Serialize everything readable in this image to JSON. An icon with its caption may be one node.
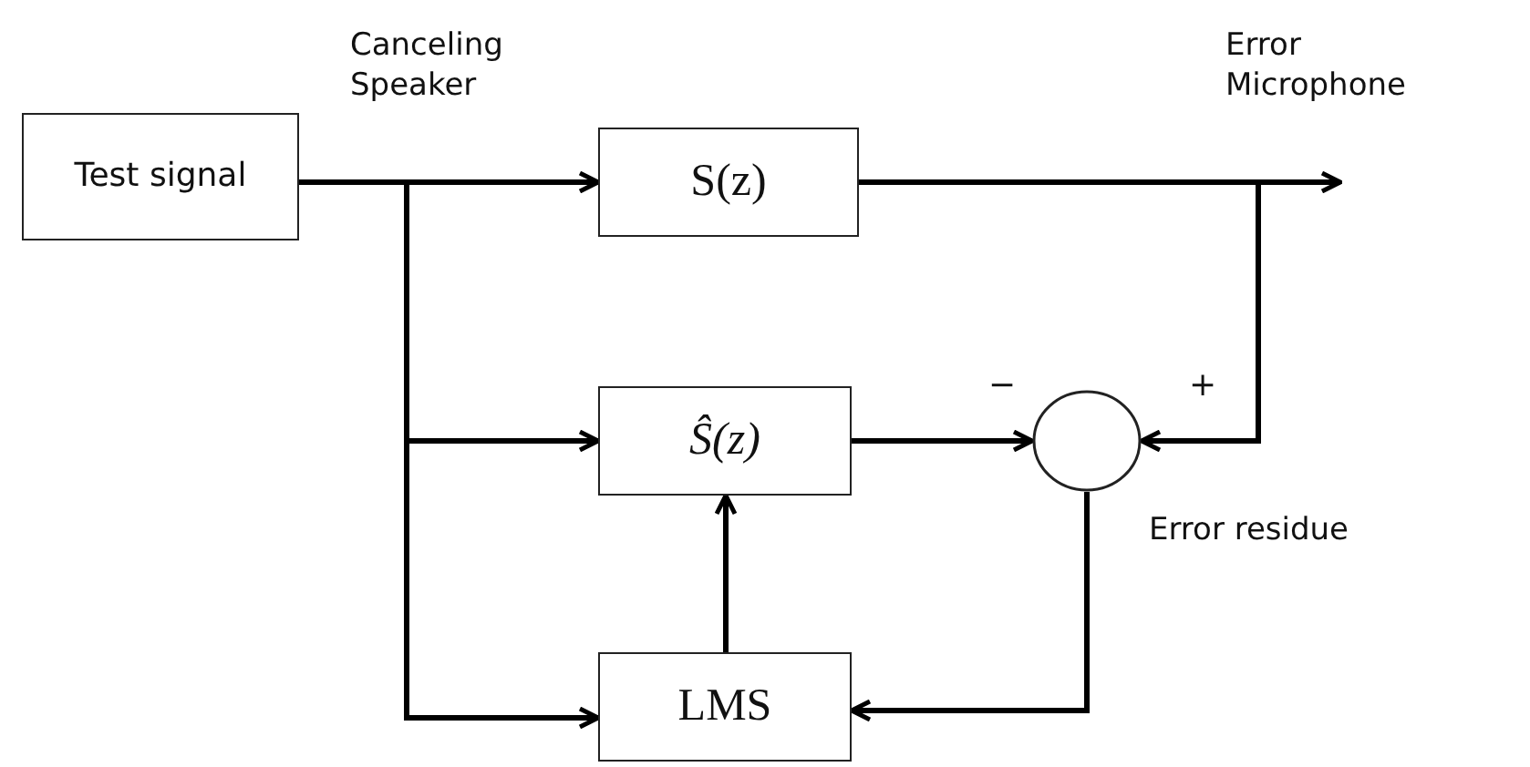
{
  "diagram": {
    "nodes": [
      {
        "text": [
          "Test signal"
        ]
      },
      {
        "text": [
          "S(z)"
        ]
      },
      {
        "text": [
          "Ŝ(z)"
        ]
      },
      {
        "text": [],
        "shape": "circle",
        "beside": [
          "Error residue"
        ]
      },
      {
        "text": [
          "LMS"
        ]
      }
    ],
    "edges": [
      {
        "from": 0,
        "to": 1,
        "arrow": "to"
      },
      {
        "from": 0,
        "to": 2,
        "arrow": "to"
      },
      {
        "from": 0,
        "to": 4,
        "arrow": "to"
      },
      {
        "from": 1,
        "to": null,
        "arrow": "to"
      },
      {
        "from": 1,
        "to": 3,
        "arrow": "to"
      },
      {
        "from": 2,
        "to": 3,
        "arrow": "to"
      },
      {
        "from": 4,
        "to": 2,
        "arrow": "to"
      },
      {
        "from": 3,
        "to": 4,
        "arrow": "to"
      }
    ],
    "labels": [
      "Canceling Speaker",
      "Error Microphone",
      "−",
      "+"
    ]
  }
}
